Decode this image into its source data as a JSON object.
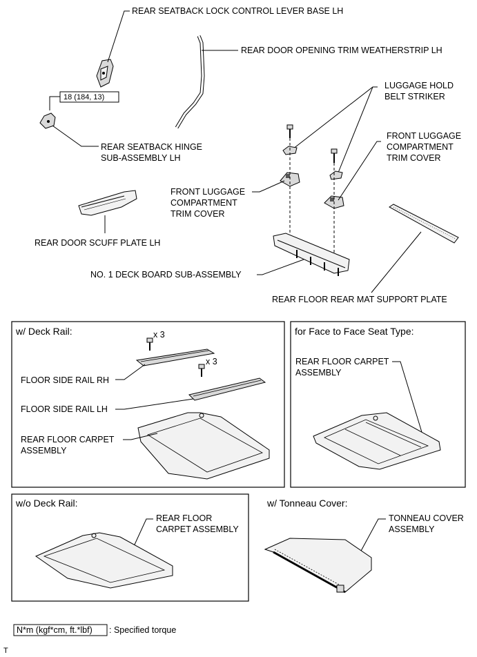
{
  "labels": {
    "lock_lever_base": "REAR SEATBACK LOCK CONTROL LEVER BASE LH",
    "weatherstrip": "REAR DOOR OPENING TRIM WEATHERSTRIP LH",
    "belt_striker_1": "LUGGAGE HOLD",
    "belt_striker_2": "BELT STRIKER",
    "torque_value": "18 (184, 13)",
    "hinge_1": "REAR SEATBACK HINGE",
    "hinge_2": "SUB-ASSEMBLY LH",
    "front_trim_right_1": "FRONT LUGGAGE",
    "front_trim_right_2": "COMPARTMENT",
    "front_trim_right_3": "TRIM COVER",
    "front_trim_left_1": "FRONT LUGGAGE",
    "front_trim_left_2": "COMPARTMENT",
    "front_trim_left_3": "TRIM COVER",
    "scuff_plate": "REAR DOOR SCUFF PLATE LH",
    "deck_board": "NO. 1 DECK BOARD SUB-ASSEMBLY",
    "mat_support": "REAR FLOOR REAR MAT SUPPORT PLATE"
  },
  "panels": {
    "deck_rail": {
      "title": "w/ Deck Rail:",
      "qty_rh": "x 3",
      "qty_lh": "x 3",
      "rail_rh": "FLOOR SIDE RAIL RH",
      "rail_lh": "FLOOR SIDE RAIL LH",
      "carpet_1": "REAR FLOOR CARPET",
      "carpet_2": "ASSEMBLY"
    },
    "face_to_face": {
      "title": "for Face to Face Seat Type:",
      "carpet_1": "REAR FLOOR CARPET",
      "carpet_2": "ASSEMBLY"
    },
    "no_deck_rail": {
      "title": "w/o Deck Rail:",
      "carpet_1": "REAR FLOOR",
      "carpet_2": "CARPET ASSEMBLY"
    },
    "tonneau": {
      "title": "w/ Tonneau Cover:",
      "cover_1": "TONNEAU COVER",
      "cover_2": "ASSEMBLY"
    }
  },
  "legend": {
    "unit_box": "N*m (kgf*cm, ft.*lbf)",
    "desc": ": Specified torque"
  },
  "footer_mark": "T"
}
